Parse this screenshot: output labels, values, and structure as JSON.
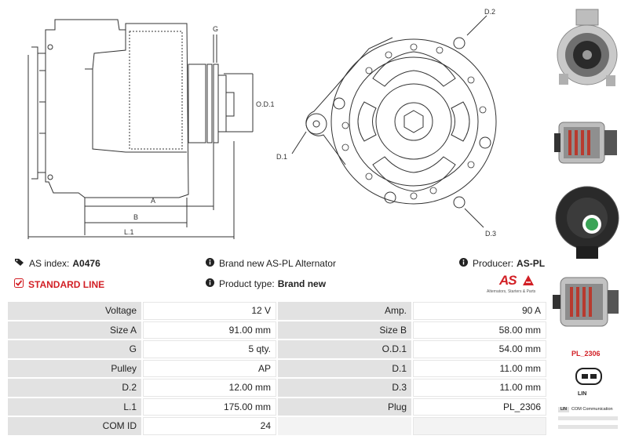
{
  "drawing": {
    "labels": {
      "g": "G",
      "od1": "O.D.1",
      "a": "A",
      "b": "B",
      "l1": "L.1",
      "d1": "D.1",
      "d2": "D.2",
      "d3": "D.3"
    }
  },
  "info": {
    "as_index_label": "AS index:",
    "as_index_value": "A0476",
    "standard_line": "STANDARD LINE",
    "brand_new_text": "Brand new AS-PL Alternator",
    "product_type_label": "Product type:",
    "product_type_value": "Brand new",
    "producer_label": "Producer:",
    "producer_value": "AS-PL"
  },
  "logo": {
    "text": "AS",
    "tagline": "Alternators, Starters & Parts"
  },
  "specs": [
    {
      "l1": "Voltage",
      "v1": "12 V",
      "l2": "Amp.",
      "v2": "90 A"
    },
    {
      "l1": "Size A",
      "v1": "91.00 mm",
      "l2": "Size B",
      "v2": "58.00 mm"
    },
    {
      "l1": "G",
      "v1": "5 qty.",
      "l2": "O.D.1",
      "v2": "54.00 mm"
    },
    {
      "l1": "Pulley",
      "v1": "AP",
      "l2": "D.1",
      "v2": "11.00 mm"
    },
    {
      "l1": "D.2",
      "v1": "12.00 mm",
      "l2": "D.3",
      "v2": "11.00 mm"
    },
    {
      "l1": "L.1",
      "v1": "175.00 mm",
      "l2": "Plug",
      "v2": "PL_2306"
    },
    {
      "l1": "COM ID",
      "v1": "24",
      "l2": "",
      "v2": ""
    }
  ],
  "plug": {
    "code": "PL_2306",
    "lin": "LIN"
  },
  "legend": {
    "key": "LIN",
    "text": "COM Communication"
  },
  "colors": {
    "accent": "#d21f25",
    "label_bg": "#e2e2e2"
  }
}
